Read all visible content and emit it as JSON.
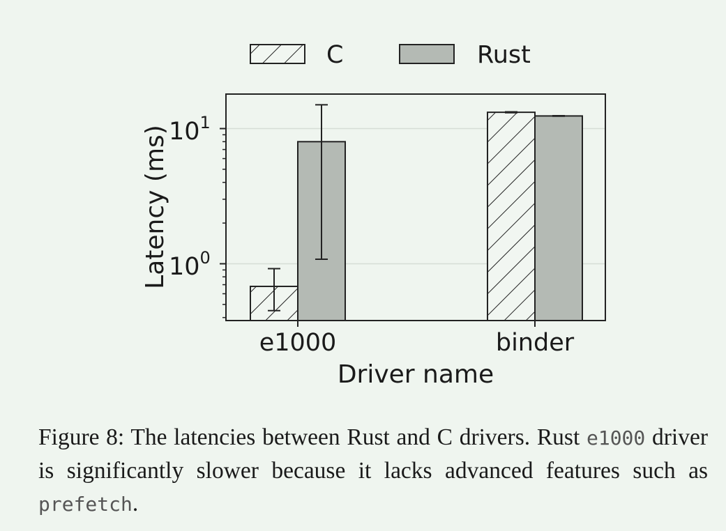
{
  "chart_data": {
    "type": "bar",
    "categories": [
      "e1000",
      "binder"
    ],
    "series": [
      {
        "name": "C",
        "values": [
          0.68,
          13.2
        ],
        "error_low": [
          0.45,
          13.1
        ],
        "error_high": [
          0.92,
          13.3
        ],
        "fill": "#f1f6f1",
        "pattern": "hatch"
      },
      {
        "name": "Rust",
        "values": [
          8.0,
          12.4
        ],
        "error_low": [
          1.08,
          12.35
        ],
        "error_high": [
          15.0,
          12.45
        ],
        "fill": "#b4bab4",
        "pattern": "solid"
      }
    ],
    "xlabel": "Driver name",
    "ylabel": "Latency (ms)",
    "yscale": "log",
    "ylim": [
      0.38,
      18
    ],
    "grid": "y-major",
    "legend_position": "top-center",
    "ytick_labels": [
      "10",
      "10"
    ],
    "ytick_exponents": [
      "0",
      "1"
    ]
  },
  "caption": {
    "prefix": "Figure 8: The latencies between Rust and C drivers. Rust ",
    "code1": "e1000",
    "mid": " driver is significantly slower because it lacks advanced features such as ",
    "code2": "prefetch",
    "suffix": "."
  },
  "colors": {
    "background": "#eff5ef",
    "axis": "#1a1a1a",
    "grid": "#d6ddd6"
  }
}
